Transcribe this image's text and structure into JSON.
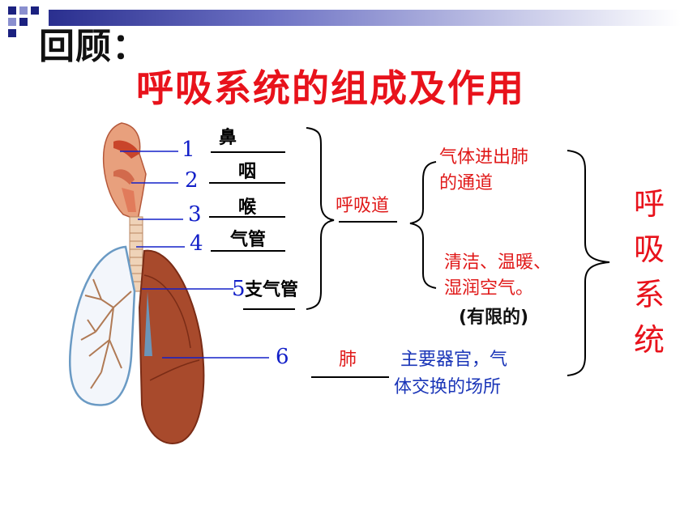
{
  "heading": "回顾：",
  "title": "呼吸系统的组成及作用",
  "parts": [
    {
      "num": "1",
      "name": "鼻"
    },
    {
      "num": "2",
      "name": "咽"
    },
    {
      "num": "3",
      "name": "喉"
    },
    {
      "num": "4",
      "name": "气管"
    },
    {
      "num": "5",
      "name": "支气管"
    },
    {
      "num": "6",
      "name": "肺"
    }
  ],
  "respiratory_tract": "呼吸道",
  "function_passage": [
    "气体进出肺",
    "的通道"
  ],
  "function_clean": [
    "清洁、温暖、",
    "湿润空气。"
  ],
  "limited_note": "(有限的)",
  "lung_function": [
    "主要器官，气",
    "体交换的场所"
  ],
  "system_label": [
    "呼",
    "吸",
    "系",
    "统"
  ],
  "colors": {
    "title": "#e8121b",
    "numbers": "#1320c8",
    "lung_function": "#1a35b8"
  }
}
